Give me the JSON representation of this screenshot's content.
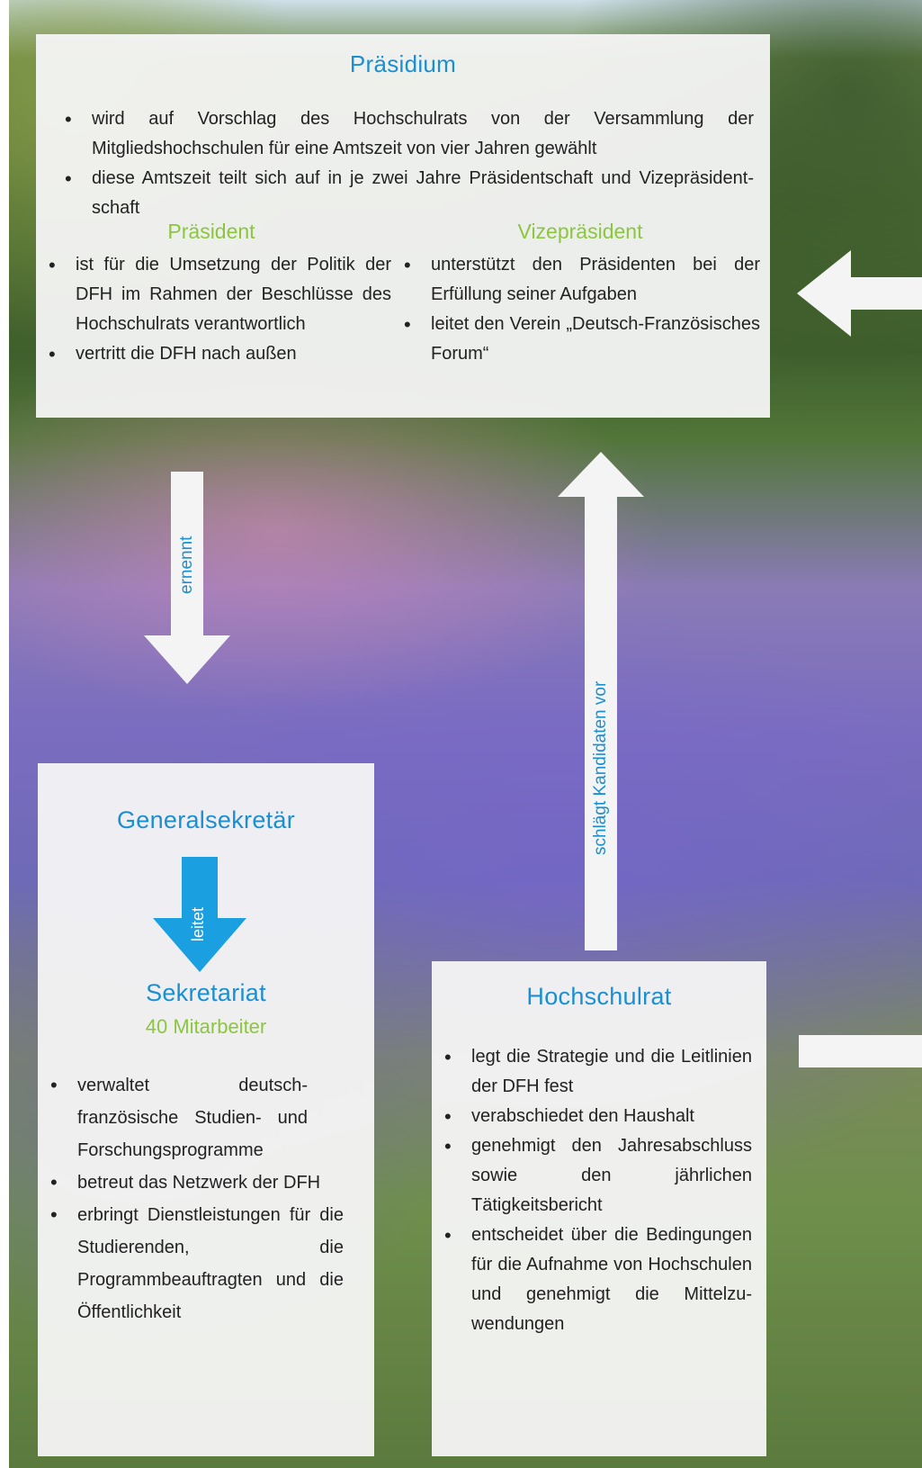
{
  "praesidium": {
    "title": "Präsidium",
    "bullets": [
      "wird auf Vorschlag des Hochschulrats von der Versammlung der Mitgliedshochschulen für eine Amtszeit von vier Jahren gewählt",
      "diese Amtszeit teilt sich auf in je zwei Jahre Präsidentschaft und Vizepräsident­schaft"
    ],
    "praesident": {
      "title": "Präsident",
      "bullets": [
        "ist für die Umsetzung der Politik der DFH im Rahmen der Beschlüsse des Hochschulrats verantwortlich",
        "vertritt die DFH nach außen"
      ]
    },
    "vizepraesident": {
      "title": "Vizepräsident",
      "bullets": [
        "unterstützt den Präsidenten bei der Erfüllung seiner Aufgaben",
        "leitet den Verein „Deutsch-Französisches Forum“"
      ]
    }
  },
  "arrows": {
    "ernennt": "ernennt",
    "schlaegt": "schlägt Kandidaten vor",
    "leitet": "leitet"
  },
  "generalsekretaer": {
    "title": "Generalsekretär",
    "sekretariat_title": "Sekretariat",
    "sekretariat_sub": "40 Mitarbeiter",
    "bullets": [
      "verwaltet deutsch-französische Studien- und Forschungsprogramme",
      "betreut das Netzwerk der DFH",
      "erbringt Dienstleistungen für die Studierenden, die Programmbeauftragten und die Öffentlichkeit"
    ]
  },
  "hochschulrat": {
    "title": "Hochschulrat",
    "bullets": [
      "legt die Strategie und die Leit­linien der DFH fest",
      "verabschiedet den Haushalt",
      "genehmigt den Jahresab­schluss sowie den jährlichen Tätigkeitsbericht",
      "entscheidet über die Bedingungen für die Aufnahme von Hochschulen und genehmigt die Mittelzu­wendungen"
    ]
  },
  "colors": {
    "title_blue": "#1a8fd1",
    "title_green": "#8cc63f",
    "arrow_white": "#f4f4f4",
    "arrow_blue": "#1a9fe0"
  }
}
